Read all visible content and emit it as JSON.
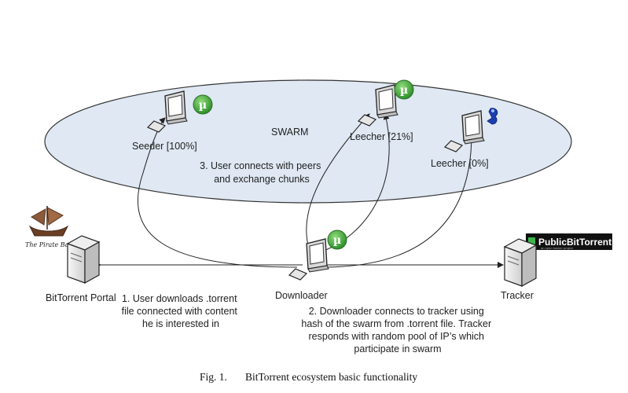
{
  "swarm_label": "SWARM",
  "nodes": {
    "seeder": "Seeder [100%]",
    "leecher1": "Leecher  [21%]",
    "leecher2": "Leecher [0%]",
    "downloader": "Downloader",
    "portal": "BitTorrent Portal",
    "tracker": "Tracker"
  },
  "logos": {
    "pirate_bay": "The Pirate Bay",
    "public_bittorrent": "PublicBitTorrent",
    "public_bittorrent_sub": "an open tracker project",
    "utorrent_glyph": "µ"
  },
  "steps": {
    "step1": [
      "1. User downloads .torrent",
      "file connected with content",
      "he is interested in"
    ],
    "step2": [
      "2. Downloader connects to tracker using",
      "hash of the swarm from .torrent file. Tracker",
      "responds with random pool of IP’s which",
      "participate in swarm"
    ],
    "step3": [
      "3. User connects with peers",
      "and exchange chunks"
    ]
  },
  "caption": {
    "fig": "Fig. 1.",
    "text": "BitTorrent ecosystem basic functionality"
  },
  "colors": {
    "swarm_fill": "#dfe8f3",
    "utorrent_green": "#3aa537",
    "tracker_logo_bg": "#111111",
    "tracker_logo_accent": "#3cb44b"
  }
}
